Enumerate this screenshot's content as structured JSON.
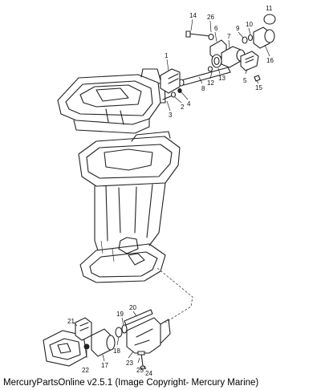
{
  "caption": "MercuryPartsOnline v2.5.1 (Image Copyright- Mercury Marine)",
  "callouts": [
    {
      "id": "1",
      "label": "1"
    },
    {
      "id": "2",
      "label": "2"
    },
    {
      "id": "3",
      "label": "3"
    },
    {
      "id": "4",
      "label": "4"
    },
    {
      "id": "5",
      "label": "5"
    },
    {
      "id": "6",
      "label": "6"
    },
    {
      "id": "7",
      "label": "7"
    },
    {
      "id": "8",
      "label": "8"
    },
    {
      "id": "9",
      "label": "9"
    },
    {
      "id": "10",
      "label": "10"
    },
    {
      "id": "11",
      "label": "11"
    },
    {
      "id": "12",
      "label": "12"
    },
    {
      "id": "13",
      "label": "13"
    },
    {
      "id": "14",
      "label": "14"
    },
    {
      "id": "15",
      "label": "15"
    },
    {
      "id": "16",
      "label": "16"
    },
    {
      "id": "17",
      "label": "17"
    },
    {
      "id": "18",
      "label": "18"
    },
    {
      "id": "19",
      "label": "19"
    },
    {
      "id": "20",
      "label": "20"
    },
    {
      "id": "21",
      "label": "21"
    },
    {
      "id": "22",
      "label": "22"
    },
    {
      "id": "23",
      "label": "23"
    },
    {
      "id": "24",
      "label": "24"
    },
    {
      "id": "25",
      "label": "25"
    },
    {
      "id": "26",
      "label": "26"
    }
  ]
}
